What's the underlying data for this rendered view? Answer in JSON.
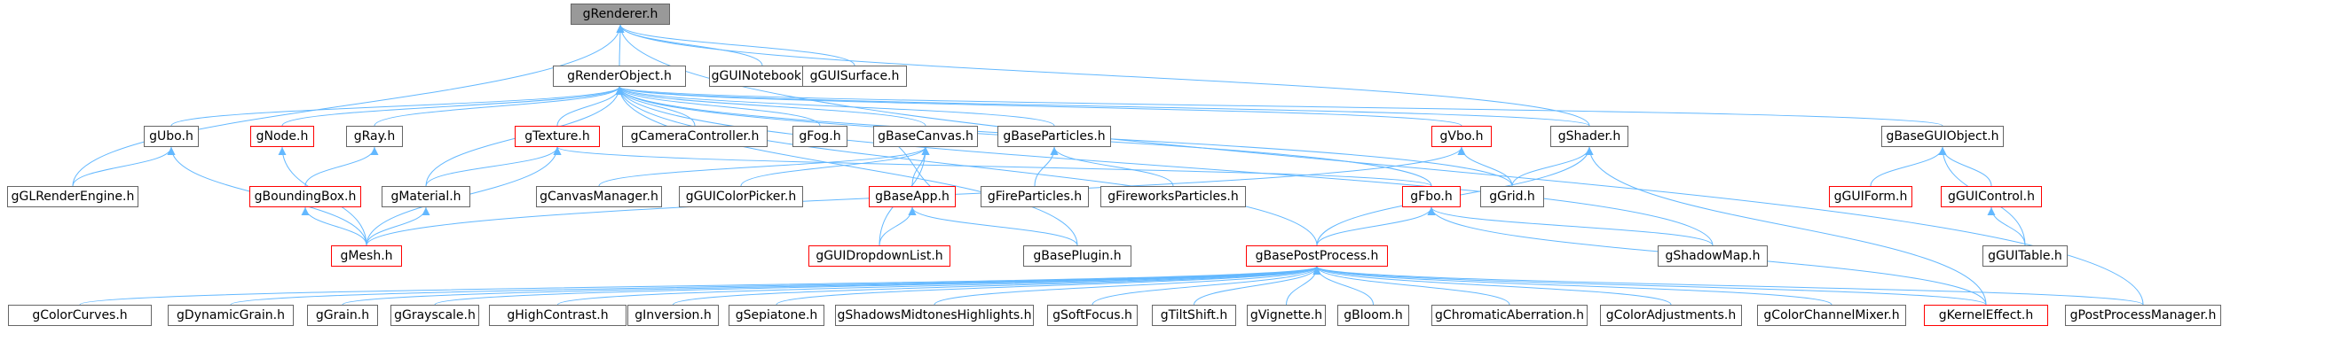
{
  "diagram": {
    "title": "",
    "colors": {
      "edge": "#63b8ff",
      "arrowhead": "#63b8ff",
      "node_border": "#666666",
      "incomplete_border": "#ff0000",
      "root_fill": "#999999",
      "node_fill": "#ffffff"
    },
    "nodes": [
      {
        "id": "gRenderer",
        "label": "gRenderer.h",
        "root": true
      },
      {
        "id": "gRenderObject",
        "label": "gRenderObject.h"
      },
      {
        "id": "gGUINotebook",
        "label": "gGUINotebook.h"
      },
      {
        "id": "gGUISurface",
        "label": "gGUISurface.h"
      },
      {
        "id": "gUbo",
        "label": "gUbo.h"
      },
      {
        "id": "gNode",
        "label": "gNode.h",
        "incomplete": true
      },
      {
        "id": "gRay",
        "label": "gRay.h"
      },
      {
        "id": "gTexture",
        "label": "gTexture.h",
        "incomplete": true
      },
      {
        "id": "gCameraController",
        "label": "gCameraController.h"
      },
      {
        "id": "gFog",
        "label": "gFog.h"
      },
      {
        "id": "gBaseCanvas",
        "label": "gBaseCanvas.h"
      },
      {
        "id": "gBaseParticles",
        "label": "gBaseParticles.h"
      },
      {
        "id": "gVbo",
        "label": "gVbo.h",
        "incomplete": true
      },
      {
        "id": "gShader",
        "label": "gShader.h"
      },
      {
        "id": "gBaseGUIObject",
        "label": "gBaseGUIObject.h"
      },
      {
        "id": "gGLRenderEngine",
        "label": "gGLRenderEngine.h"
      },
      {
        "id": "gBoundingBox",
        "label": "gBoundingBox.h",
        "incomplete": true
      },
      {
        "id": "gMaterial",
        "label": "gMaterial.h"
      },
      {
        "id": "gCanvasManager",
        "label": "gCanvasManager.h"
      },
      {
        "id": "gGUIColorPicker",
        "label": "gGUIColorPicker.h"
      },
      {
        "id": "gBaseApp",
        "label": "gBaseApp.h",
        "incomplete": true
      },
      {
        "id": "gFireParticles",
        "label": "gFireParticles.h"
      },
      {
        "id": "gFireworksParticles",
        "label": "gFireworksParticles.h"
      },
      {
        "id": "gFbo",
        "label": "gFbo.h",
        "incomplete": true
      },
      {
        "id": "gGrid",
        "label": "gGrid.h"
      },
      {
        "id": "gGUIForm",
        "label": "gGUIForm.h",
        "incomplete": true
      },
      {
        "id": "gGUIControl",
        "label": "gGUIControl.h",
        "incomplete": true
      },
      {
        "id": "gMesh",
        "label": "gMesh.h",
        "incomplete": true
      },
      {
        "id": "gGUIDropdownList",
        "label": "gGUIDropdownList.h",
        "incomplete": true
      },
      {
        "id": "gBasePlugin",
        "label": "gBasePlugin.h"
      },
      {
        "id": "gBasePostProcess",
        "label": "gBasePostProcess.h",
        "incomplete": true
      },
      {
        "id": "gShadowMap",
        "label": "gShadowMap.h"
      },
      {
        "id": "gGUITable",
        "label": "gGUITable.h"
      },
      {
        "id": "gColorCurves",
        "label": "gColorCurves.h"
      },
      {
        "id": "gDynamicGrain",
        "label": "gDynamicGrain.h"
      },
      {
        "id": "gGrain",
        "label": "gGrain.h"
      },
      {
        "id": "gGrayscale",
        "label": "gGrayscale.h"
      },
      {
        "id": "gHighContrast",
        "label": "gHighContrast.h"
      },
      {
        "id": "gInversion",
        "label": "gInversion.h"
      },
      {
        "id": "gSepiatone",
        "label": "gSepiatone.h"
      },
      {
        "id": "gShadowsMidtonesHighlights",
        "label": "gShadowsMidtonesHighlights.h"
      },
      {
        "id": "gSoftFocus",
        "label": "gSoftFocus.h"
      },
      {
        "id": "gTiltShift",
        "label": "gTiltShift.h"
      },
      {
        "id": "gVignette",
        "label": "gVignette.h"
      },
      {
        "id": "gBloom",
        "label": "gBloom.h"
      },
      {
        "id": "gChromaticAberration",
        "label": "gChromaticAberration.h"
      },
      {
        "id": "gColorAdjustments",
        "label": "gColorAdjustments.h"
      },
      {
        "id": "gColorChannelMixer",
        "label": "gColorChannelMixer.h"
      },
      {
        "id": "gKernelEffect",
        "label": "gKernelEffect.h",
        "incomplete": true
      },
      {
        "id": "gPostProcessManager",
        "label": "gPostProcessManager.h"
      }
    ],
    "edges": [
      [
        "gRenderObject",
        "gRenderer"
      ],
      [
        "gGUINotebook",
        "gRenderer"
      ],
      [
        "gGUISurface",
        "gRenderer"
      ],
      [
        "gGLRenderEngine",
        "gRenderer"
      ],
      [
        "gShader",
        "gRenderer"
      ],
      [
        "gPostProcessManager",
        "gRenderer"
      ],
      [
        "gUbo",
        "gRenderObject"
      ],
      [
        "gNode",
        "gRenderObject"
      ],
      [
        "gRay",
        "gRenderObject"
      ],
      [
        "gTexture",
        "gRenderObject"
      ],
      [
        "gCameraController",
        "gRenderObject"
      ],
      [
        "gFog",
        "gRenderObject"
      ],
      [
        "gBaseCanvas",
        "gRenderObject"
      ],
      [
        "gBaseParticles",
        "gRenderObject"
      ],
      [
        "gVbo",
        "gRenderObject"
      ],
      [
        "gShader",
        "gRenderObject"
      ],
      [
        "gBaseGUIObject",
        "gRenderObject"
      ],
      [
        "gMaterial",
        "gRenderObject"
      ],
      [
        "gFbo",
        "gRenderObject"
      ],
      [
        "gGrid",
        "gRenderObject"
      ],
      [
        "gBasePlugin",
        "gRenderObject"
      ],
      [
        "gBasePostProcess",
        "gRenderObject"
      ],
      [
        "gShadowMap",
        "gRenderObject"
      ],
      [
        "gGLRenderEngine",
        "gUbo"
      ],
      [
        "gMesh",
        "gUbo"
      ],
      [
        "gMesh",
        "gNode"
      ],
      [
        "gBoundingBox",
        "gRay"
      ],
      [
        "gMaterial",
        "gTexture"
      ],
      [
        "gMesh",
        "gTexture"
      ],
      [
        "gFbo",
        "gTexture"
      ],
      [
        "gMesh",
        "gBoundingBox"
      ],
      [
        "gMesh",
        "gMaterial"
      ],
      [
        "gCanvasManager",
        "gBaseCanvas"
      ],
      [
        "gGUIColorPicker",
        "gBaseCanvas"
      ],
      [
        "gBaseApp",
        "gBaseCanvas"
      ],
      [
        "gGUIDropdownList",
        "gBaseCanvas"
      ],
      [
        "gBaseCanvas",
        "gBaseApp"
      ],
      [
        "gGUIDropdownList",
        "gBaseApp"
      ],
      [
        "gBasePlugin",
        "gBaseApp"
      ],
      [
        "gFireParticles",
        "gBaseParticles"
      ],
      [
        "gFireworksParticles",
        "gBaseParticles"
      ],
      [
        "gMesh",
        "gVbo"
      ],
      [
        "gGrid",
        "gVbo"
      ],
      [
        "gGrid",
        "gShader"
      ],
      [
        "gBasePostProcess",
        "gShader"
      ],
      [
        "gKernelEffect",
        "gShader"
      ],
      [
        "gBasePostProcess",
        "gFbo"
      ],
      [
        "gShadowMap",
        "gFbo"
      ],
      [
        "gKernelEffect",
        "gFbo"
      ],
      [
        "gGUIForm",
        "gBaseGUIObject"
      ],
      [
        "gGUIControl",
        "gBaseGUIObject"
      ],
      [
        "gGUITable",
        "gBaseGUIObject"
      ],
      [
        "gGUITable",
        "gGUIControl"
      ],
      [
        "gColorCurves",
        "gBasePostProcess"
      ],
      [
        "gDynamicGrain",
        "gBasePostProcess"
      ],
      [
        "gGrain",
        "gBasePostProcess"
      ],
      [
        "gGrayscale",
        "gBasePostProcess"
      ],
      [
        "gHighContrast",
        "gBasePostProcess"
      ],
      [
        "gInversion",
        "gBasePostProcess"
      ],
      [
        "gSepiatone",
        "gBasePostProcess"
      ],
      [
        "gShadowsMidtonesHighlights",
        "gBasePostProcess"
      ],
      [
        "gSoftFocus",
        "gBasePostProcess"
      ],
      [
        "gTiltShift",
        "gBasePostProcess"
      ],
      [
        "gVignette",
        "gBasePostProcess"
      ],
      [
        "gBloom",
        "gBasePostProcess"
      ],
      [
        "gChromaticAberration",
        "gBasePostProcess"
      ],
      [
        "gColorAdjustments",
        "gBasePostProcess"
      ],
      [
        "gColorChannelMixer",
        "gBasePostProcess"
      ],
      [
        "gKernelEffect",
        "gBasePostProcess"
      ],
      [
        "gPostProcessManager",
        "gBasePostProcess"
      ]
    ]
  }
}
